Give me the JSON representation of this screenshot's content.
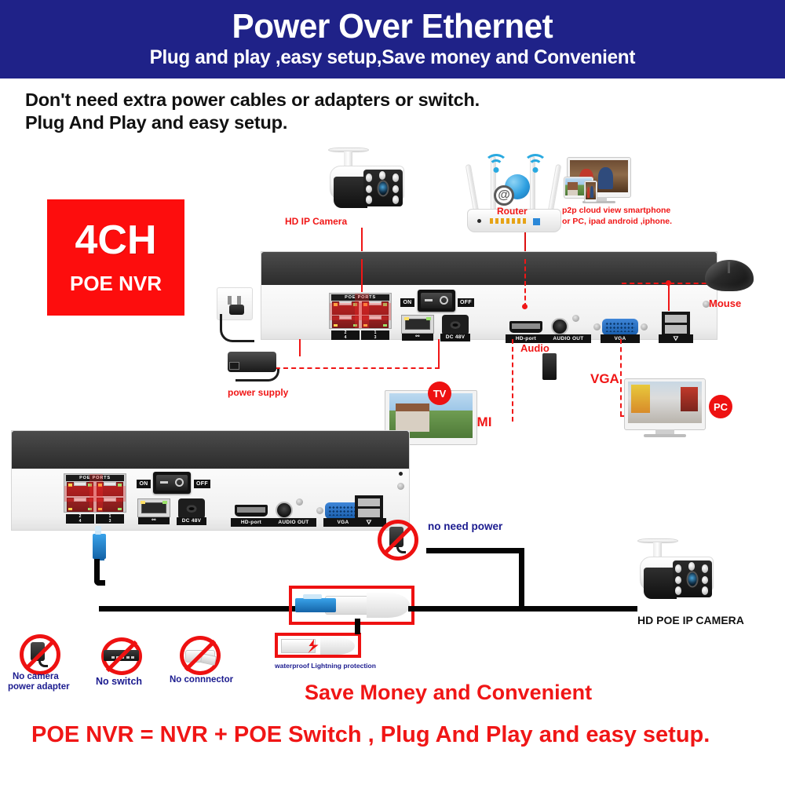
{
  "header": {
    "title": "Power Over Ethernet",
    "subtitle": "Plug and play ,easy setup,Save money and Convenient"
  },
  "intro": {
    "line1": "Don't need extra power cables or adapters or switch.",
    "line2": "Plug And Play and easy setup."
  },
  "badge": {
    "channels": "4CH",
    "product": "POE NVR",
    "color": "#fd0d0d"
  },
  "top_diagram": {
    "camera_label": "HD IP Camera",
    "router_label": "Router",
    "cloud_label_line1": "p2p cloud  view smartphone",
    "cloud_label_line2": "or PC, ipad android ,iphone.",
    "mouse_label": "Mouse",
    "power_supply_label": "power supply",
    "hdmi_label": "HDMI",
    "vga_label": "VGA",
    "audio_label": "Audio",
    "tv_tag": "TV",
    "pc_tag": "PC"
  },
  "nvr_ports": {
    "poe_ports_label": "POE PORTS",
    "poe_numbers": [
      "2",
      "1",
      "4",
      "3"
    ],
    "switch_on": "ON",
    "switch_off": "OFF",
    "dc_label": "DC 48V",
    "hdmi_port_label": "HD-port",
    "audio_out_label": "AUDIO OUT",
    "vga_label": "VGA",
    "usb_label": "USB"
  },
  "bottom_diagram": {
    "no_need_power": "no need power",
    "waterproof_label": "waterproof Lightning protection",
    "camera_label": "HD POE IP CAMERA",
    "no_items": [
      {
        "line1": "No camera",
        "line2": "power adapter",
        "icon": "power-adapter-icon"
      },
      {
        "line1": "No switch",
        "line2": "",
        "icon": "network-switch-icon"
      },
      {
        "line1": "No connnector",
        "line2": "",
        "icon": "connector-icon"
      }
    ]
  },
  "footer": {
    "line1": "Save Money and Convenient",
    "line2": "POE NVR = NVR + POE Switch , Plug And Play and easy setup.",
    "color": "#f01616"
  },
  "colors": {
    "header_bg": "#1f2288",
    "accent_red": "#f01616",
    "accent_blue": "#1b1b8f"
  }
}
